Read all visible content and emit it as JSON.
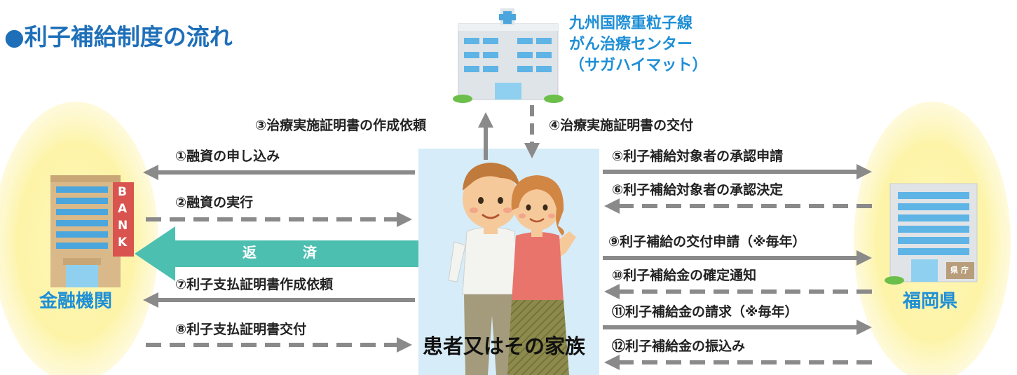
{
  "title": "●利子補給制度の流れ",
  "hospital": {
    "line1": "九州国際重粒子線",
    "line2": "がん治療センター",
    "line3": "（サガハイマット）"
  },
  "bank": {
    "label": "金融機関",
    "sign": [
      "B",
      "A",
      "N",
      "K"
    ]
  },
  "prefecture": {
    "label": "福岡県",
    "sign": "県 庁"
  },
  "patient": {
    "label": "患者又はその家族"
  },
  "repayment": {
    "chars": [
      "返",
      "済"
    ]
  },
  "steps": {
    "s1": "①融資の申し込み",
    "s2": "②融資の実行",
    "s3": "③治療実施証明書の作成依頼",
    "s4": "④治療実施証明書の交付",
    "s5": "⑤利子補給対象者の承認申請",
    "s6": "⑥利子補給対象者の承認決定",
    "s7": "⑦利子支払証明書作成依頼",
    "s8": "⑧利子支払証明書交付",
    "s9": "⑨利子補給の交付申請（※毎年）",
    "s10": "⑩利子補給金の確定通知",
    "s11": "⑪利子補給金の請求（※毎年）",
    "s12": "⑫利子補給金の振込み"
  },
  "colors": {
    "title": "#1e6fb8",
    "label_blue": "#1e8fd6",
    "arrow": "#8a8a8a",
    "repayment": "#4dbfb0",
    "glow": "#fbf4b0",
    "patient_box": "#d6ecf8",
    "bank_sign": "#d9534f"
  }
}
